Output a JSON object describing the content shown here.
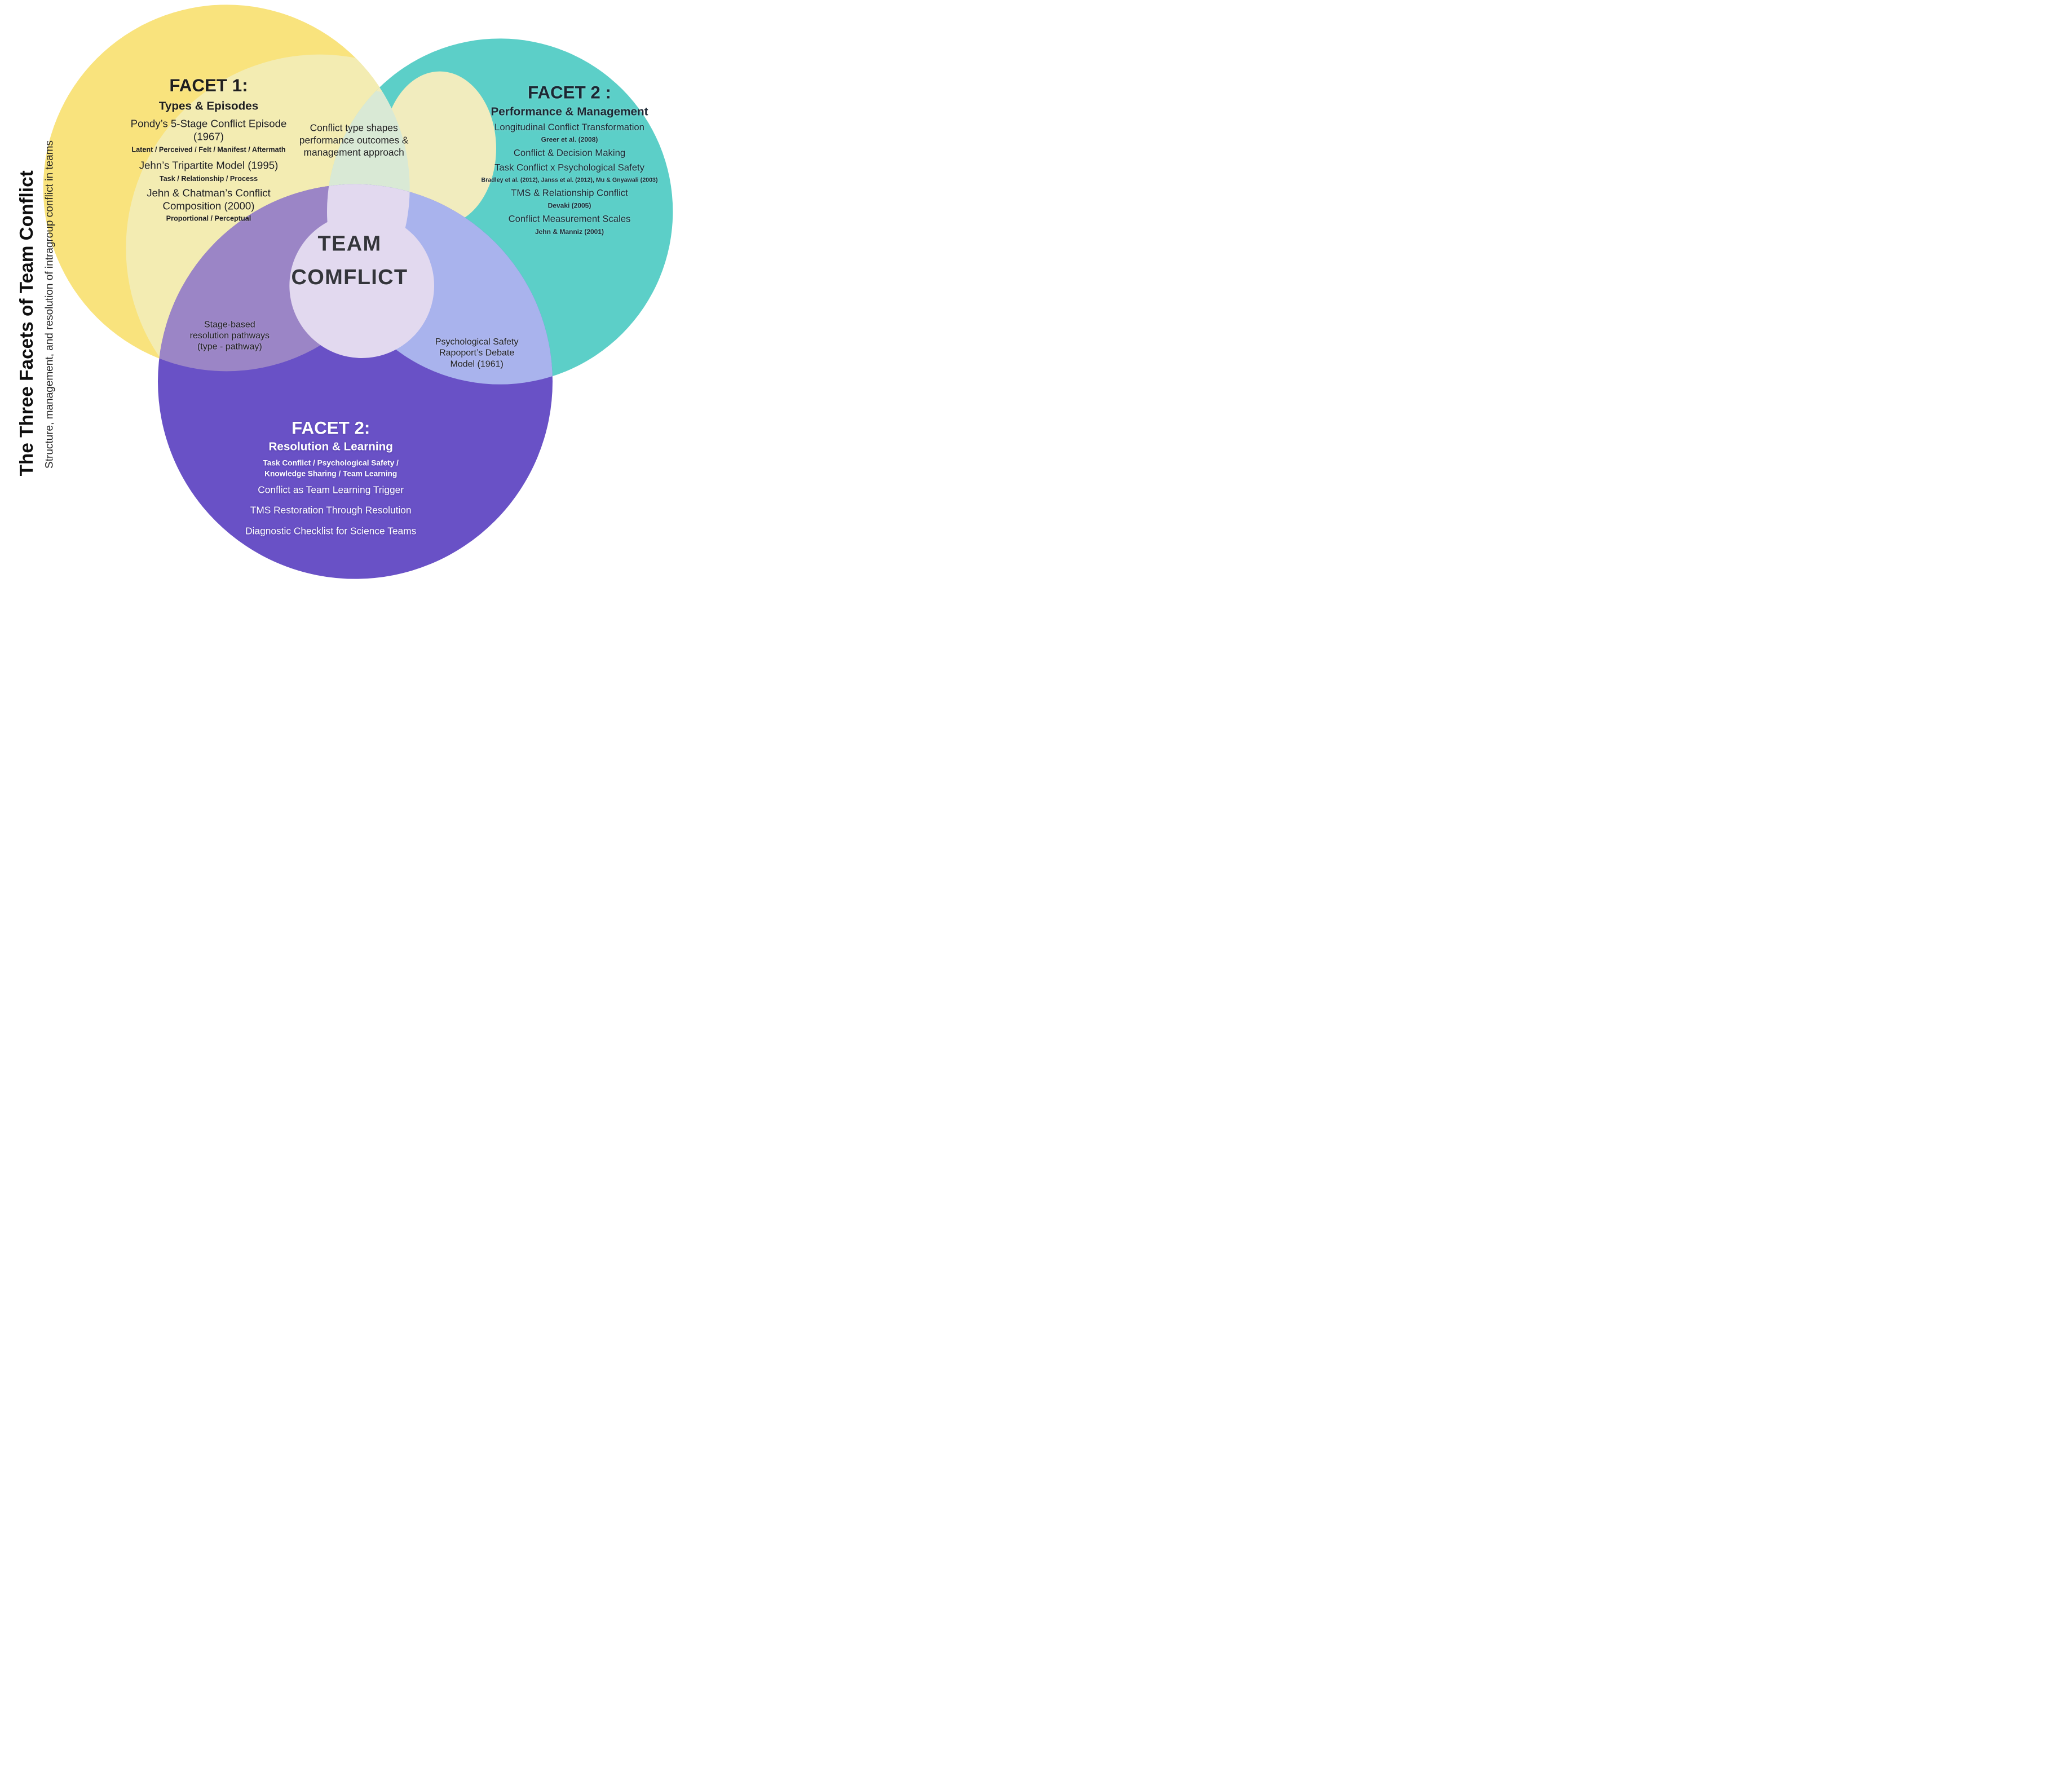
{
  "page": {
    "background": "#ffffff"
  },
  "left_title": {
    "title": "The Three Facets of Team Conflict",
    "subtitle": "Structure, management, and resolution of intragroup conflict in teams"
  },
  "venn": {
    "colors": {
      "yellow": "#F9E37D",
      "yellow_pale": "#F3ECB2",
      "teal": "#5CCFC8",
      "lens_yellow_teal": "#F1ECBE",
      "green_overlap": "#D9E9D5",
      "purple": "#6951C6",
      "lens_yellow_purple": "#9B85C6",
      "lens_teal_purple": "#A9B3ED",
      "center_region": "#E2D9EF"
    },
    "center": {
      "line1": "TEAM",
      "line2": "COMFLICT"
    },
    "facet_types": {
      "heading": "FACET 1:",
      "subheading": "Types & Episodes",
      "lines": [
        "Pondy’s 5-Stage Conflict Episode",
        "(1967)",
        "Latent / Perceived / Felt / Manifest / Aftermath",
        "Jehn’s Tripartite Model (1995)",
        "Task / Relationship / Process",
        "Jehn & Chatman’s Conflict",
        "Composition (2000)",
        "Proportional / Perceptual"
      ]
    },
    "facet_performance": {
      "heading": "FACET 2 :",
      "subheading": "Performance & Management",
      "lines": [
        "Longitudinal Conflict Transformation",
        "Greer et al. (2008)",
        "Conflict & Decision Making",
        "Task Conflict x Psychological Safety",
        "Bradley et al. (2012), Janss et al. (2012), Mu & Gnyawali (2003)",
        "TMS & Relationship Conflict",
        "Devaki (2005)",
        "Conflict Measurement Scales",
        "Jehn & Manniz (2001)"
      ]
    },
    "facet_resolution": {
      "heading": "FACET 2:",
      "subheading": "Resolution & Learning",
      "lines": [
        "Task Conflict / Psychological Safety /",
        "Knowledge Sharing / Team Learning",
        "Conflict as Team Learning Trigger",
        "TMS Restoration Through Resolution",
        "Diagnostic Checklist for Science Teams"
      ]
    },
    "overlap_top": [
      "Conflict type shapes",
      "performance outcomes &",
      "management approach"
    ],
    "overlap_left": [
      "Stage-based",
      "resolution pathways",
      "(type - pathway)"
    ],
    "overlap_right": [
      "Psychological Safety",
      "Rapoport’s Debate",
      "Model (1961)"
    ]
  }
}
